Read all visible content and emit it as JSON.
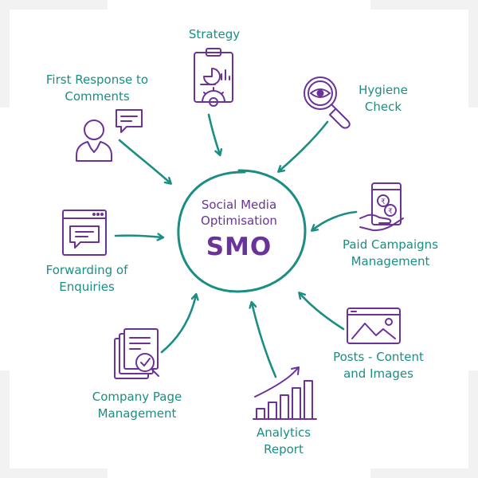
{
  "center": {
    "line1": "Social Media",
    "line2": "Optimisation",
    "acronym": "SMO"
  },
  "nodes": {
    "strategy": {
      "line1": "Strategy"
    },
    "hygiene": {
      "line1": "Hygiene",
      "line2": "Check"
    },
    "paid": {
      "line1": "Paid Campaigns",
      "line2": "Management"
    },
    "posts": {
      "line1": "Posts - Content",
      "line2": "and Images"
    },
    "analytics": {
      "line1": "Analytics",
      "line2": "Report"
    },
    "company": {
      "line1": "Company Page",
      "line2": "Management"
    },
    "forwarding": {
      "line1": "Forwarding of",
      "line2": "Enquiries"
    },
    "first_response": {
      "line1": "First Response to",
      "line2": "Comments"
    }
  },
  "colors": {
    "teal": "#1b8e84",
    "purple": "#6a3399",
    "corner_gray": "#f2f2f2"
  },
  "icons": [
    "clipboard-chart-icon",
    "magnifier-eye-icon",
    "hand-coins-phone-icon",
    "image-post-icon",
    "growth-chart-icon",
    "documents-check-icon",
    "browser-chat-icon",
    "user-chat-icon"
  ]
}
